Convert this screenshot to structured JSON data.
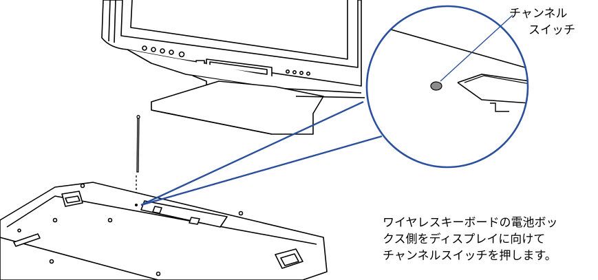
{
  "callout": {
    "line1": "チャンネル",
    "line2": "スイッチ"
  },
  "instruction": {
    "lines": [
      "ワイヤレスキーボードの電池ボッ",
      "クス側をディスプレイに向けて",
      "チャンネルスイッチを押します。"
    ]
  },
  "colors": {
    "leader_blue": "#2a4f9c",
    "ink": "#000000",
    "switch_gray": "#8c8c8c"
  }
}
